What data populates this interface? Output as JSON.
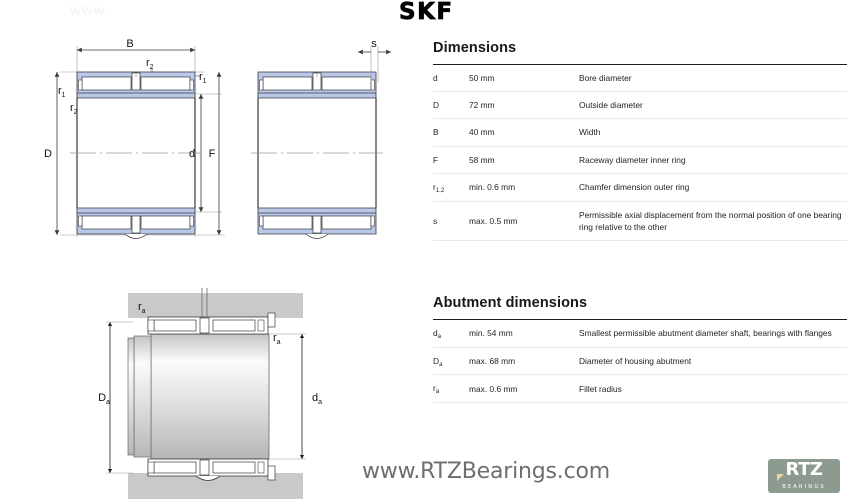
{
  "watermark_top": "www.",
  "brand_logo": "SKF",
  "footer": {
    "url": "www.RTZBearings.com",
    "logo_text": "RTZ",
    "logo_sub": "BEARINGS"
  },
  "sections": [
    {
      "title": "Dimensions",
      "rows": [
        {
          "symbol": "d",
          "sub": "",
          "value": "50 mm",
          "description": "Bore diameter"
        },
        {
          "symbol": "D",
          "sub": "",
          "value": "72 mm",
          "description": "Outside diameter"
        },
        {
          "symbol": "B",
          "sub": "",
          "value": "40 mm",
          "description": "Width"
        },
        {
          "symbol": "F",
          "sub": "",
          "value": "58 mm",
          "description": "Raceway diameter inner ring"
        },
        {
          "symbol": "r",
          "sub": "1,2",
          "value": "min. 0.6 mm",
          "description": "Chamfer dimension outer ring"
        },
        {
          "symbol": "s",
          "sub": "",
          "value": "max. 0.5 mm",
          "description": "Permissible axial displacement from the normal position of one bearing ring relative to the other"
        }
      ]
    },
    {
      "title": "Abutment dimensions",
      "rows": [
        {
          "symbol": "d",
          "sub": "a",
          "value": "min. 54 mm",
          "description": "Smallest permissible abutment diameter shaft, bearings with flanges"
        },
        {
          "symbol": "D",
          "sub": "a",
          "value": "max. 68 mm",
          "description": "Diameter of housing abutment"
        },
        {
          "symbol": "r",
          "sub": "a",
          "value": "max. 0.6 mm",
          "description": "Fillet radius"
        }
      ]
    }
  ],
  "drawing_labels": {
    "top_left": [
      "B",
      "r2",
      "r1",
      "r1",
      "r2",
      "D",
      "d",
      "F"
    ],
    "top_right": [
      "s"
    ],
    "bottom": [
      "ra",
      "ra",
      "Da",
      "da"
    ]
  },
  "colors": {
    "bearing_fill": "#b9c8e8",
    "line": "#3a3a3a",
    "housing_gray": "#c9c9c9",
    "accent_logo": "#8d9a90",
    "table_rule": "#1d1d1d"
  }
}
